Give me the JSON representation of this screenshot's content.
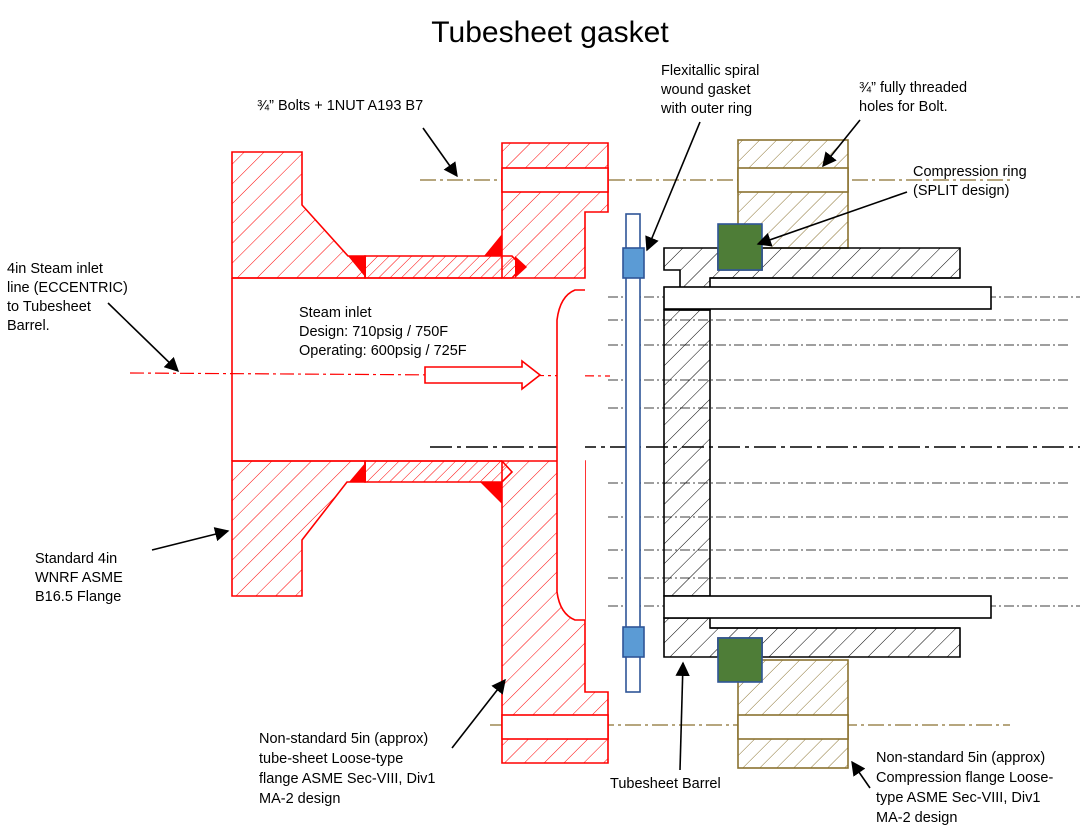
{
  "title": "Tubesheet gasket",
  "colors": {
    "flange_red": "#ff0000",
    "compression_flange": "#8a7230",
    "compression_ring_fill": "#4e7d37",
    "gasket_blue": "#2f5597",
    "gasket_fill": "#5b9bd5",
    "barrel": "#000000"
  },
  "labels": {
    "bolts": "¾” Bolts + 1NUT A193 B7",
    "gasket": [
      "Flexitallic spiral",
      "wound gasket",
      "with outer ring"
    ],
    "threaded_holes": [
      "¾” fully threaded",
      "holes for Bolt."
    ],
    "compression_ring": [
      "Compression ring",
      "(SPLIT design)"
    ],
    "steam_line": [
      "4in Steam inlet",
      "line (ECCENTRIC)",
      "to Tubesheet",
      "Barrel."
    ],
    "steam_inlet": [
      "Steam inlet",
      "Design: 710psig / 750F",
      "Operating: 600psig / 725F"
    ],
    "standard_flange": [
      "Standard 4in",
      "WNRF ASME",
      "B16.5 Flange"
    ],
    "tubesheet_flange": [
      "Non-standard 5in (approx)",
      "tube-sheet Loose-type",
      "flange ASME Sec-VIII, Div1",
      "MA-2 design"
    ],
    "barrel": "Tubesheet Barrel",
    "compression_flange": [
      "Non-standard 5in (approx)",
      "Compression flange Loose-",
      "type ASME Sec-VIII, Div1",
      "MA-2 design"
    ]
  }
}
